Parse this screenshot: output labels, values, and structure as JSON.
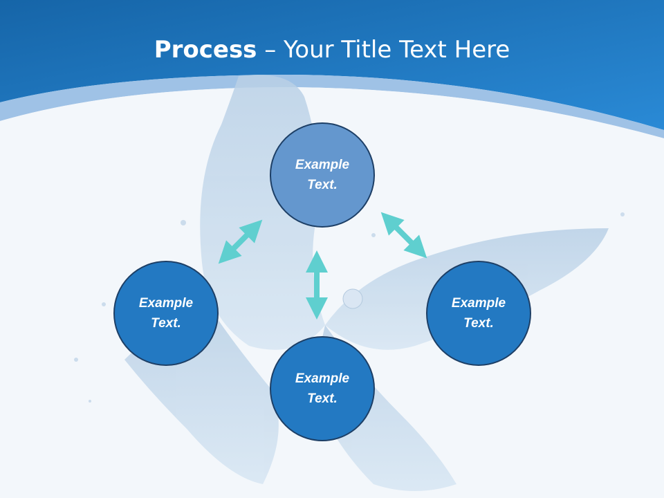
{
  "slide": {
    "title_bold": "Process",
    "title_rest": " – Your Title Text Here",
    "nodes": [
      {
        "line1": "Example",
        "line2": "Text."
      },
      {
        "line1": "Example",
        "line2": "Text."
      },
      {
        "line1": "Example",
        "line2": "Text."
      },
      {
        "line1": "Example",
        "line2": "Text."
      }
    ]
  },
  "colors": {
    "header_blue": "#1c7ac4",
    "top_circle": "#6497ce",
    "side_circle": "#2379c2",
    "arrow": "#5fcfcf",
    "background": "#f3f7fb"
  },
  "icons": [
    "water-splash-butterfly-image",
    "double-arrow-icon"
  ]
}
